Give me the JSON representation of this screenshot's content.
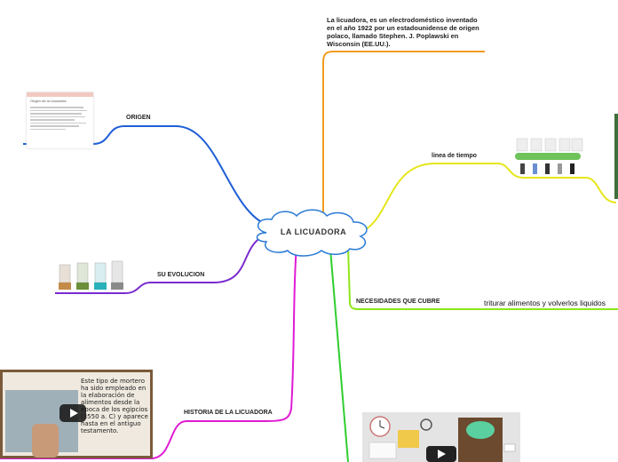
{
  "central": {
    "title": "LA  LICUADORA"
  },
  "branches": {
    "origen": {
      "label": "ORIGEN",
      "color": "#1f5fd6"
    },
    "su_evolucion": {
      "label": "SU EVOLUCION",
      "color": "#7a2bd0"
    },
    "historia": {
      "label": "HISTORIA DE LA LICUADORA",
      "color": "#e01bd4"
    },
    "definicion": {
      "text": "La licuadora, es un electrodoméstico inventado en el año 1922 por un estadounidense de origen polaco, llamado Stephen. J. Poplawski en Wisconsin (EE.UU.).",
      "color": "#f39b1d"
    },
    "linea_tiempo": {
      "label": "linea de tiempo",
      "color": "#e6e61a"
    },
    "necesidades": {
      "label": "NECESIDADES QUE CUBRE",
      "color": "#8ee61a",
      "child": "triturar alimentos y volverlos liquidos"
    },
    "green_branch": {
      "color": "#2fce2f"
    }
  },
  "images": {
    "origen_doc": {
      "title": "Origen de la Licuadora"
    },
    "historia_video": {
      "text": "Este tipo de mortero ha sido empleado en la elaboración de alimentos desde la época de los egipcios (3550 a. C) y aparece hasta en el antiguo testamento."
    }
  }
}
